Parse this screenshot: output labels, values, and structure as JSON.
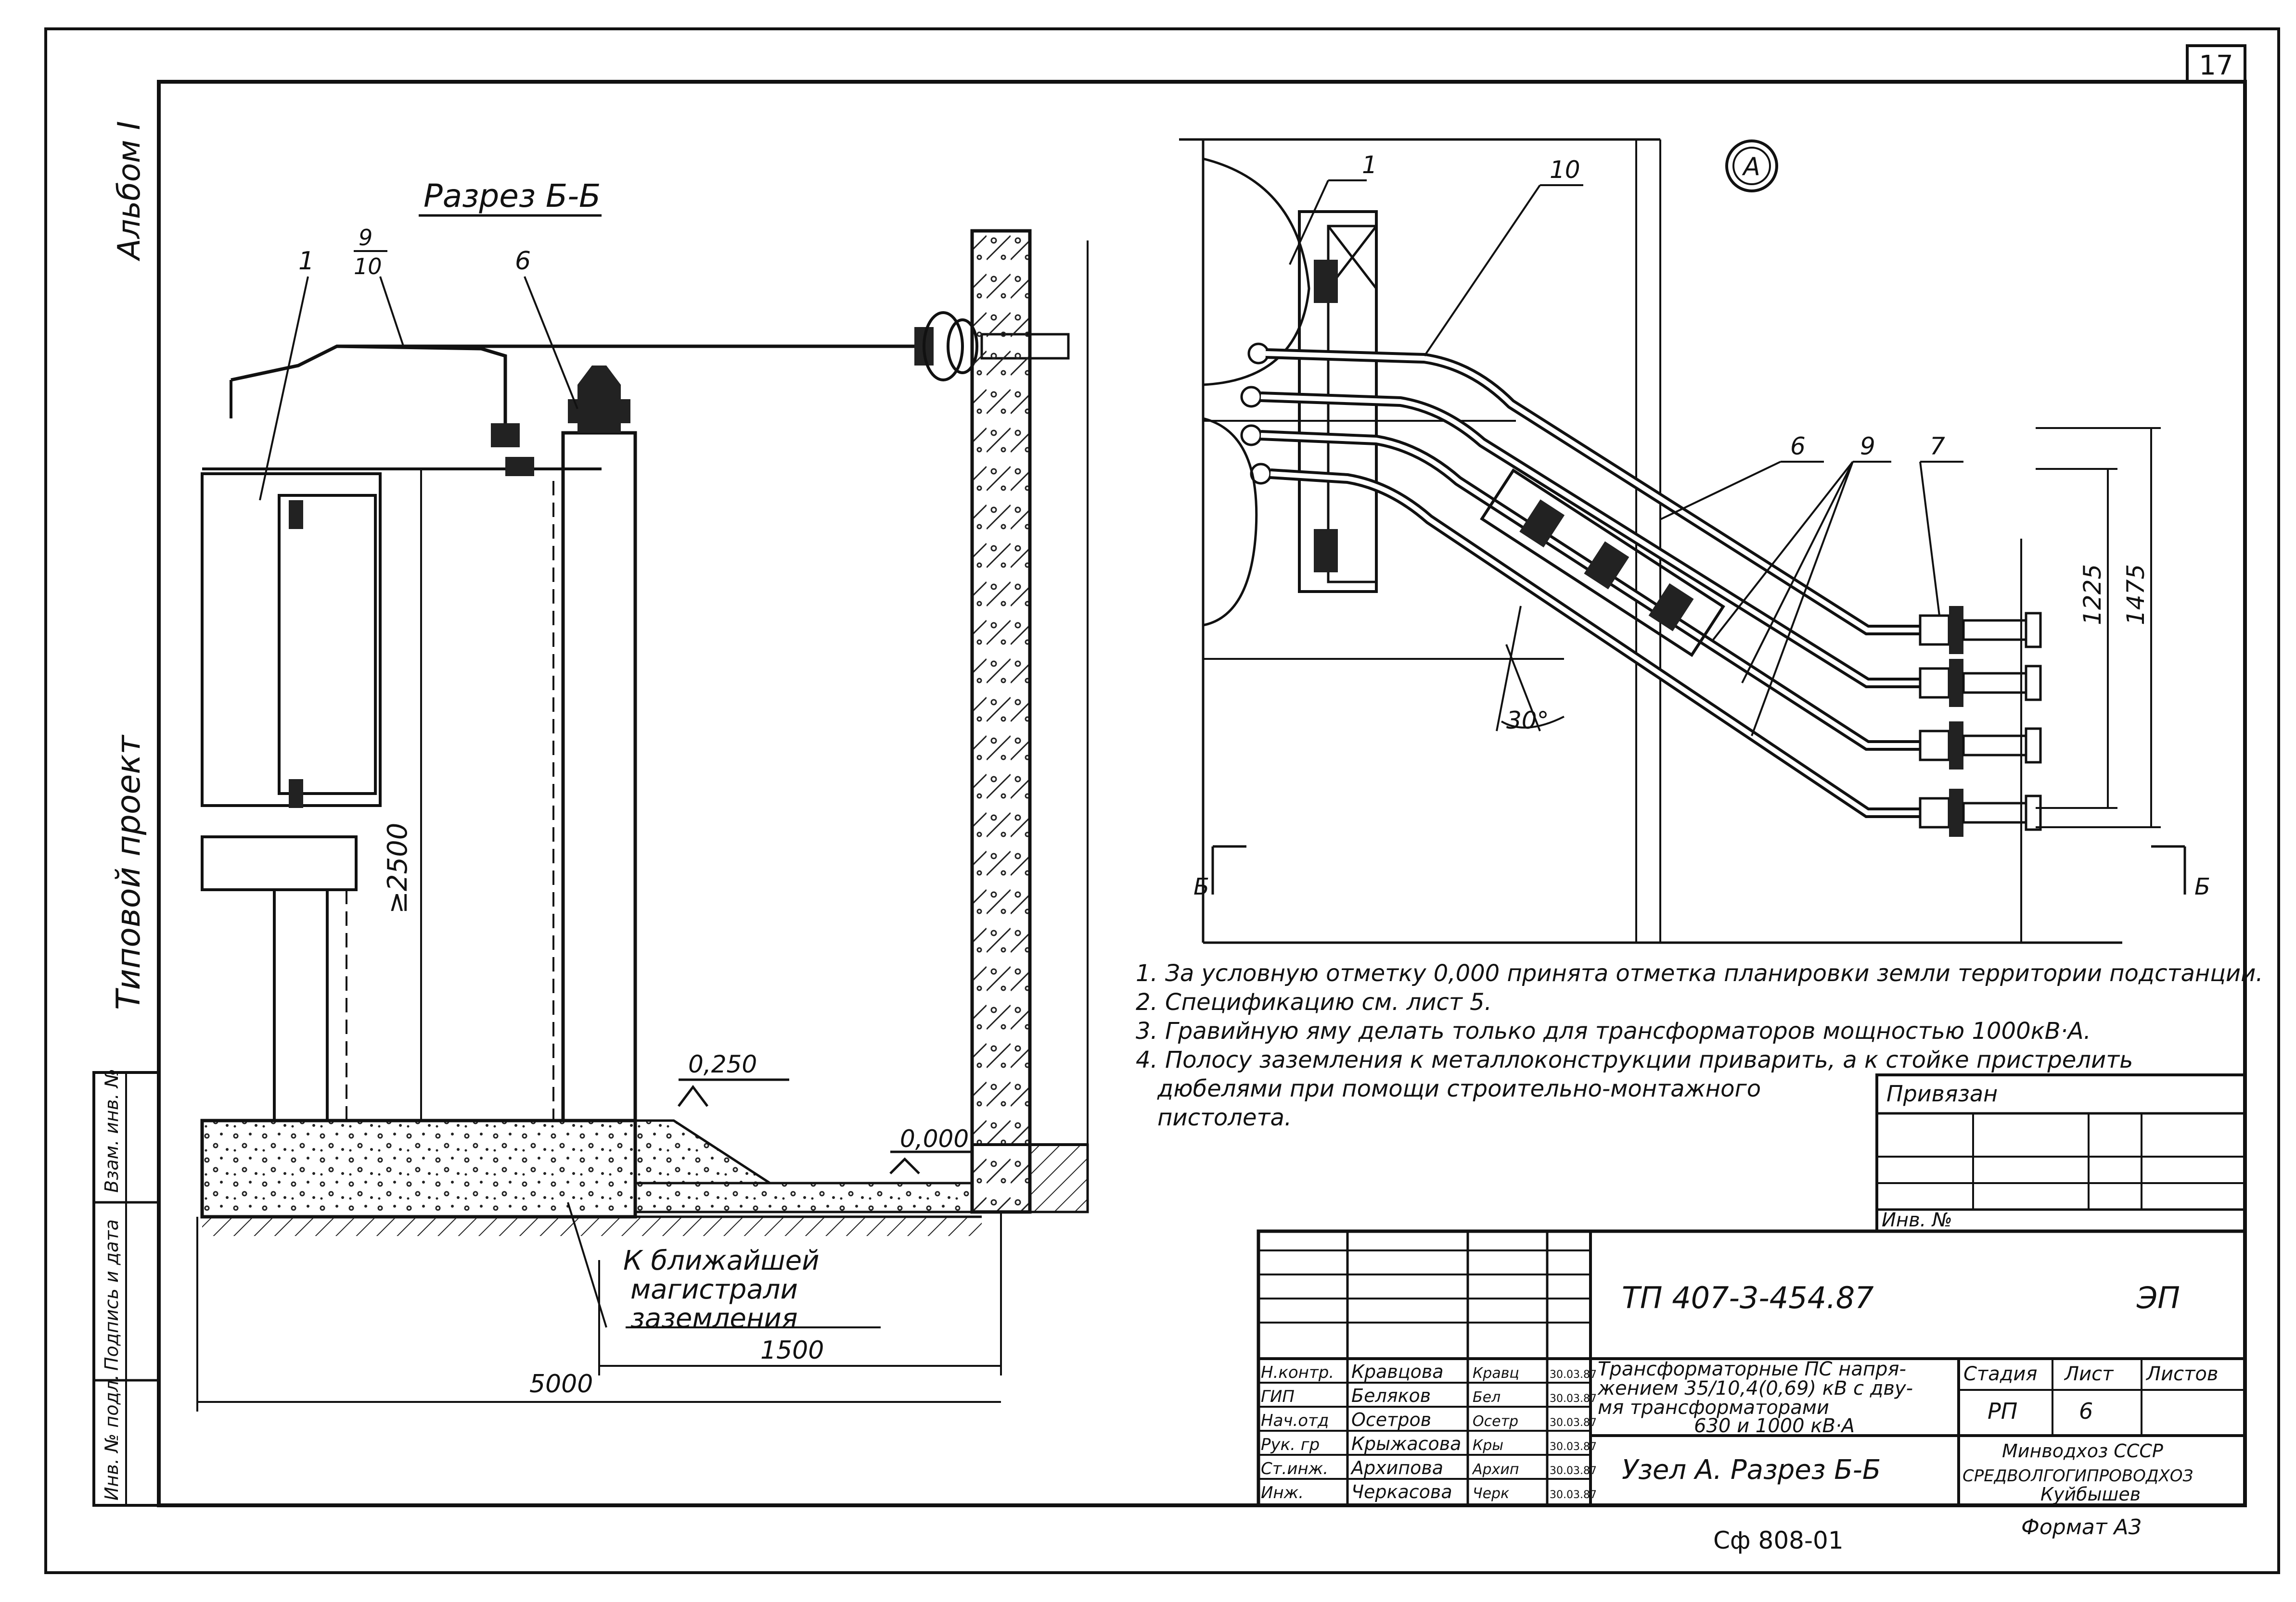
{
  "sheet": {
    "number": "17"
  },
  "side": {
    "album": "Альбом I",
    "project_type": "Типовой проект"
  },
  "margin_block": {
    "inv_podl": "Инв. № подл.",
    "podpis_data": "Подпись и дата",
    "vzam_inv": "Взам. инв. №"
  },
  "section_bb": {
    "title": "Разрез Б-Б",
    "callouts": [
      "1",
      "9",
      "10",
      "6"
    ],
    "dim_height": "≥2500",
    "level_250": "0,250",
    "level_000": "0,000",
    "grounding_note": [
      "К ближайшей",
      "магистрали",
      "заземления"
    ],
    "dim_1500": "1500",
    "dim_5000": "5000"
  },
  "detail_a": {
    "marker": "А",
    "callouts": [
      "1",
      "10",
      "6",
      "9",
      "7"
    ],
    "angle": "30°",
    "dim_1225": "1225",
    "dim_1475": "1475",
    "cut_left": "Б",
    "cut_right": "Б"
  },
  "notes": [
    "1. За условную отметку 0,000 принята отметка планировки земли территории подстанции.",
    "2. Спецификацию  см. лист 5.",
    "3. Гравийную яму делать только для трансформаторов мощностью 1000кВ·А.",
    "4. Полосу заземления к металлоконструкции приварить, а к стойке пристрелить",
    "дюбелями при помощи строительно-монтажного",
    "пистолета."
  ],
  "privyazan": {
    "title": "Привязан",
    "inv": "Инв. №"
  },
  "title_block": {
    "code": "ТП  407-3-454.87",
    "mark": "ЭП",
    "description": [
      "Трансформаторные ПС напря-",
      "жением 35/10,4(0,69) кВ с дву-",
      "мя трансформаторами",
      "630 и 1000 кВ·А"
    ],
    "drawing_name": "Узел А. Разрез Б-Б",
    "stage_label": "Стадия",
    "sheet_label": "Лист",
    "sheets_label": "Листов",
    "stage": "РП",
    "sheet": "6",
    "org": [
      "Минводхоз СССР",
      "СРЕДВОЛГОГИПРОВОДХОЗ",
      "Куйбышев"
    ],
    "signatures": [
      {
        "role": "Н.контр.",
        "name": "Кравцова",
        "sig": "Кравц",
        "date": "30.03.87"
      },
      {
        "role": "ГИП",
        "name": "Беляков",
        "sig": "Бел",
        "date": "30.03.87"
      },
      {
        "role": "Нач.отд",
        "name": "Осетров",
        "sig": "Осетр",
        "date": "30.03.87"
      },
      {
        "role": "Рук. гр",
        "name": "Крыжасова",
        "sig": "Кры",
        "date": "30.03.87"
      },
      {
        "role": "Ст.инж.",
        "name": "Архипова",
        "sig": "Архип",
        "date": "30.03.87"
      },
      {
        "role": "Инж.",
        "name": "Черкасова",
        "sig": "Черк",
        "date": "30.03.87"
      }
    ]
  },
  "footer": {
    "code": "Сф 808-01",
    "format": "Формат А3"
  }
}
